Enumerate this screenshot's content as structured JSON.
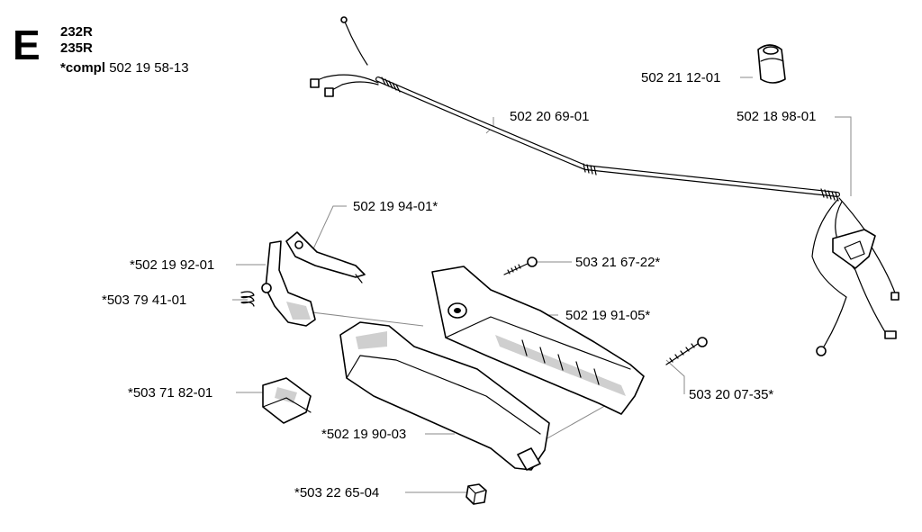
{
  "header": {
    "section_letter": "E",
    "models": [
      "232R",
      "235R"
    ],
    "compl_prefix": "*compl",
    "compl_number": "502 19 58-13"
  },
  "parts": {
    "grommet": "502 21 12-01",
    "throttle_cable": "502 20 69-01",
    "wiring_harness": "502 18 98-01",
    "throttle_lever": "502 19 94-01*",
    "throttle_trigger": "*502 19 92-01",
    "spring": "*503 79 41-01",
    "screw_top": "503 21 67-22*",
    "handle_half_right": "502 19 91-05*",
    "screw_long": "503 20 07-35*",
    "stop_switch": "*503 71 82-01",
    "handle_half_left": "*502 19 90-03",
    "nut": "*503 22 65-04"
  }
}
